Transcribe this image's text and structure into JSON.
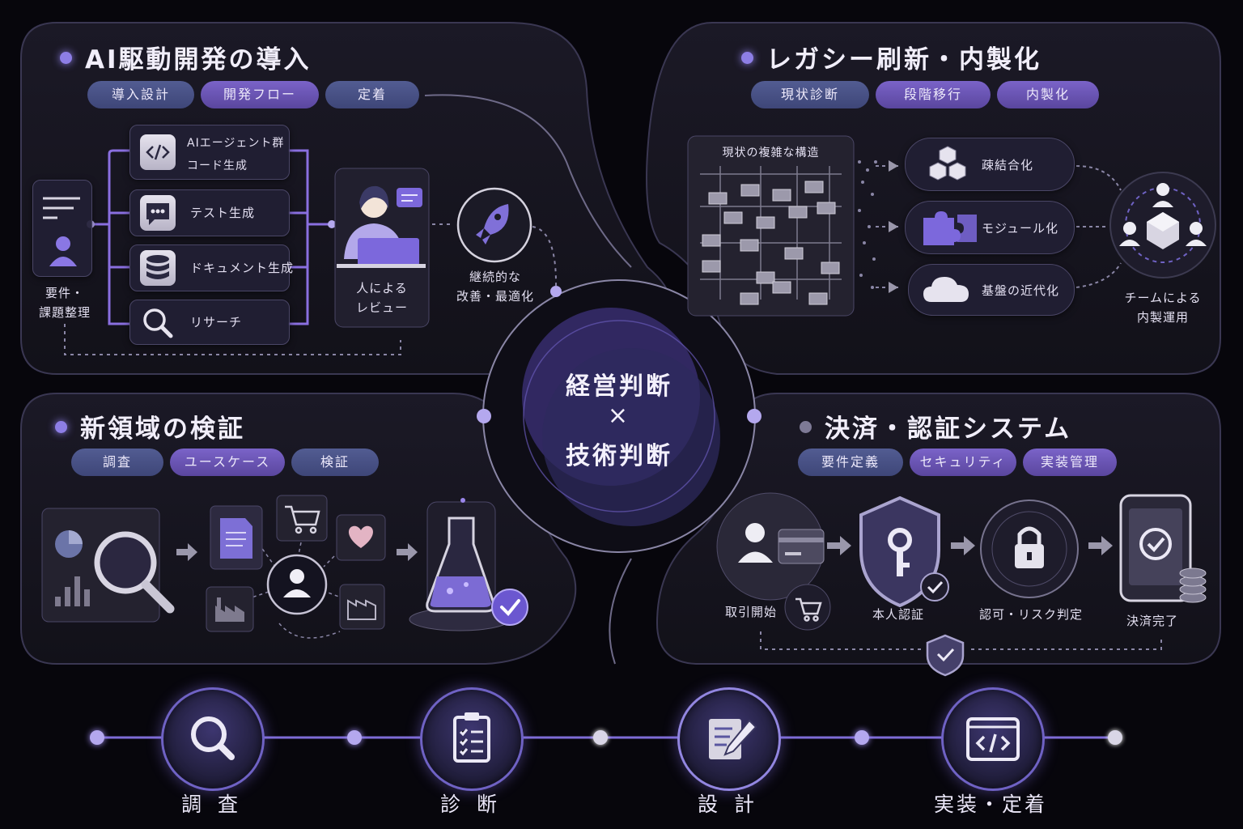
{
  "center": {
    "line1": "経営判断",
    "line2": "×",
    "line3": "技術判断"
  },
  "ai_dev": {
    "title": "AI駆動開発の導入",
    "tags": [
      "導入設計",
      "開発フロー",
      "定着"
    ],
    "requirements": "要件・\n課題整理",
    "tasks": [
      {
        "label": "AIエージェント群\nコード生成",
        "icon": "code-icon"
      },
      {
        "label": "テスト生成",
        "icon": "chat-icon"
      },
      {
        "label": "ドキュメント生成",
        "icon": "database-icon"
      },
      {
        "label": "リサーチ",
        "icon": "search-icon"
      }
    ],
    "review": "人による\nレビュー",
    "improve": "継続的な\n改善・最適化"
  },
  "legacy": {
    "title": "レガシー刷新・内製化",
    "tags": [
      "現状診断",
      "段階移行",
      "内製化"
    ],
    "complex": "現状の複雑な構造",
    "steps": [
      {
        "label": "疎結合化",
        "icon": "cubes-icon"
      },
      {
        "label": "モジュール化",
        "icon": "puzzle-icon"
      },
      {
        "label": "基盤の近代化",
        "icon": "cloud-icon"
      }
    ],
    "team": "チームによる\n内製運用"
  },
  "new_domain": {
    "title": "新領域の検証",
    "tags": [
      "調査",
      "ユースケース",
      "検証"
    ]
  },
  "payment": {
    "title": "決済・認証システム",
    "tags": [
      "要件定義",
      "セキュリティ",
      "実装管理"
    ],
    "flow": [
      "取引開始",
      "本人認証",
      "認可・リスク判定",
      "決済完了"
    ]
  },
  "timeline": {
    "steps": [
      {
        "label": "調 査",
        "icon": "search-icon"
      },
      {
        "label": "診 断",
        "icon": "clipboard-icon"
      },
      {
        "label": "設 計",
        "icon": "edit-icon"
      },
      {
        "label": "実装・定着",
        "icon": "code-window-icon"
      }
    ]
  },
  "colors": {
    "accent": "#8d7ee6",
    "panel": "#17151f",
    "border": "#3a3752",
    "blue_pill": "#4a5488",
    "purple_pill": "#6c56b8"
  }
}
